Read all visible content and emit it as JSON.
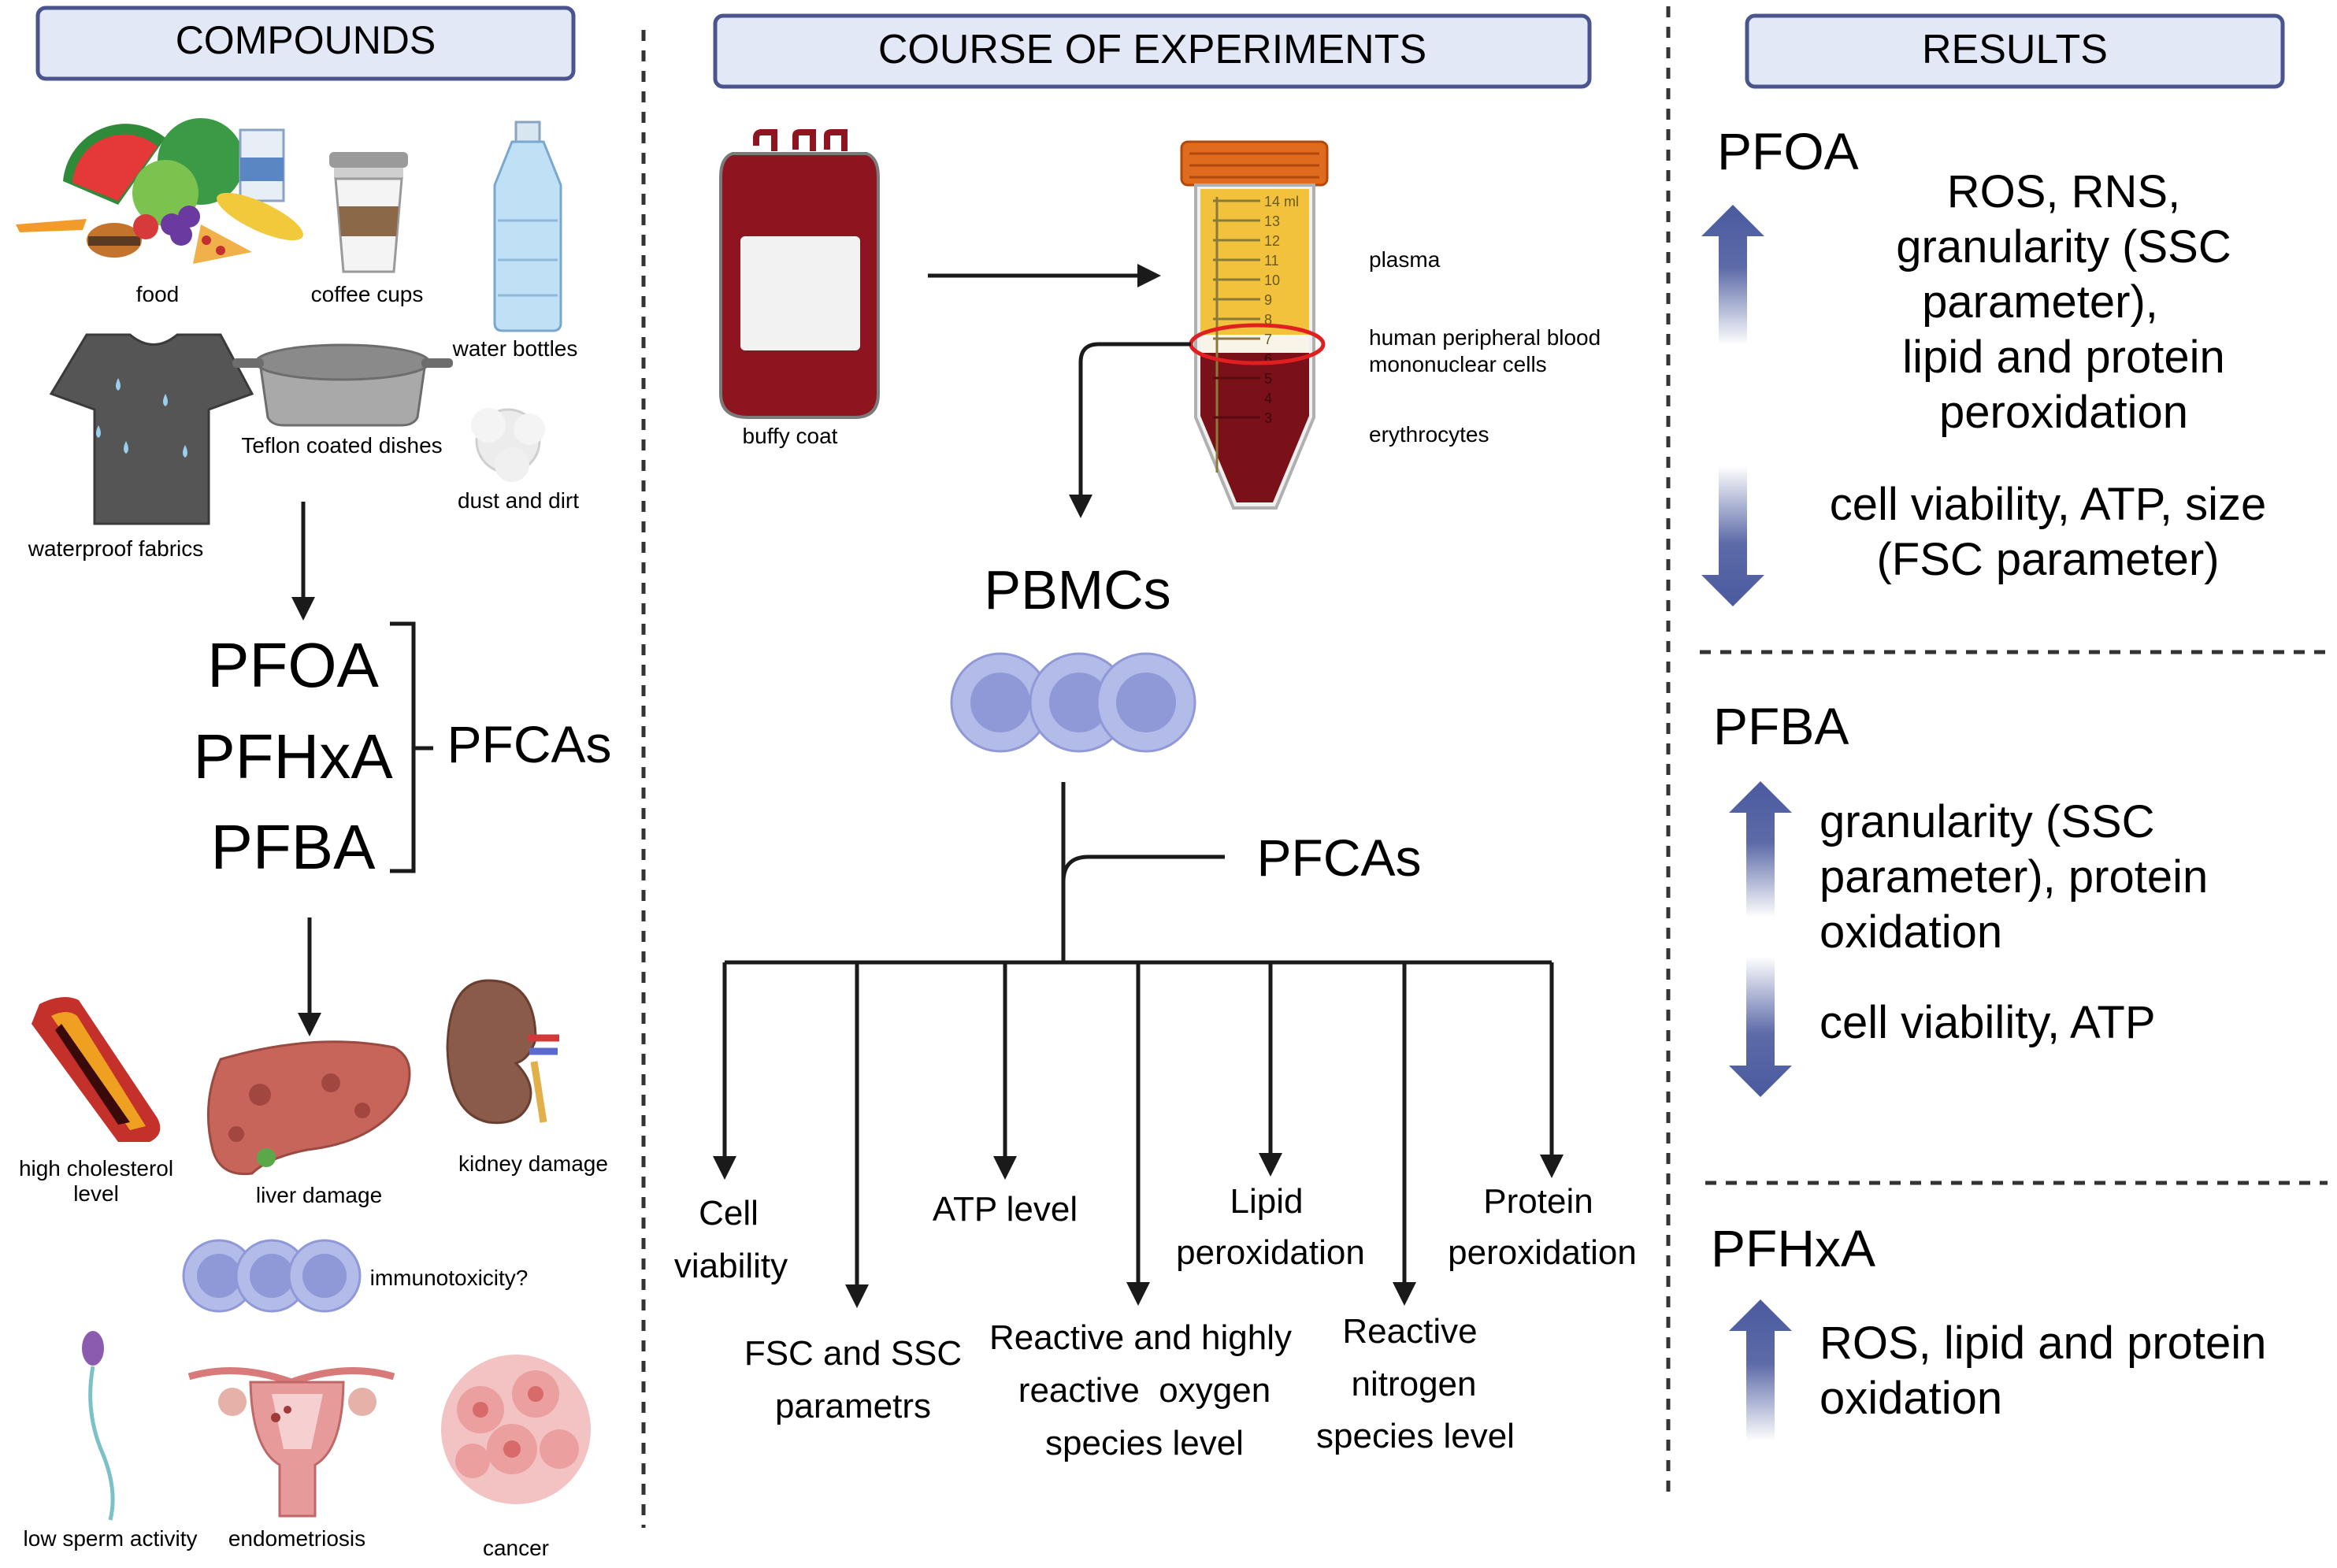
{
  "headers": {
    "compounds": "COMPOUNDS",
    "course": "COURSE OF EXPERIMENTS",
    "results": "RESULTS"
  },
  "compounds": {
    "sources": {
      "food": "food",
      "coffee_cups": "coffee cups",
      "water_bottles": "water bottles",
      "waterproof_fabrics": "waterproof fabrics",
      "teflon": "Teflon coated dishes",
      "dust": "dust and dirt"
    },
    "items": [
      "PFOA",
      "PFHxA",
      "PFBA"
    ],
    "group_label": "PFCAs",
    "effects": {
      "cholesterol_1": "high cholesterol",
      "cholesterol_2": "level",
      "liver": "liver damage",
      "kidney": "kidney damage",
      "immuno": "immunotoxicity?",
      "sperm": "low sperm activity",
      "endo": "endometriosis",
      "cancer": "cancer"
    }
  },
  "course": {
    "buffy_coat": "buffy coat",
    "layers": {
      "plasma": "plasma",
      "pbmc_1": "human peripheral blood",
      "pbmc_2": "mononuclear cells",
      "erythrocytes": "erythrocytes"
    },
    "tube_marks": [
      "14 ml",
      "13",
      "12",
      "11",
      "10",
      "9",
      "8",
      "7",
      "6",
      "5",
      "4",
      "3"
    ],
    "pbmcs": "PBMCs",
    "pfcas": "PFCAs",
    "assays": {
      "cell_viability": [
        "Cell",
        "viability"
      ],
      "fsc_ssc": [
        "FSC and SSC",
        "parametrs"
      ],
      "atp": [
        "ATP level"
      ],
      "ros": [
        "Reactive and highly",
        "reactive  oxygen",
        "species level"
      ],
      "lipid": [
        "Lipid",
        "peroxidation"
      ],
      "rns": [
        "Reactive",
        "nitrogen",
        "species level"
      ],
      "protein": [
        "Protein",
        "peroxidation"
      ]
    }
  },
  "results": {
    "pfoa": {
      "name": "PFOA",
      "up": [
        "ROS, RNS,",
        "granularity (SSC",
        "parameter),",
        "lipid and protein",
        "peroxidation"
      ],
      "down": [
        "cell viability, ATP, size",
        "(FSC parameter)"
      ]
    },
    "pfba": {
      "name": "PFBA",
      "up": [
        "granularity (SSC",
        "parameter), protein",
        "oxidation"
      ],
      "down": [
        "cell viability, ATP"
      ]
    },
    "pfhxa": {
      "name": "PFHxA",
      "up": [
        "ROS, lipid and protein",
        "oxidation"
      ]
    }
  },
  "colors": {
    "header_fill": "#e3e8f7",
    "header_stroke": "#4a5590",
    "arrow_blue": "#4a5a9e",
    "cell_fill": "#b3bbe8",
    "cell_nucleus": "#8f99d8",
    "blood": "#8e1520",
    "cap": "#e06a1e",
    "plasma": "#f2c23c",
    "highlight": "#e02020"
  }
}
